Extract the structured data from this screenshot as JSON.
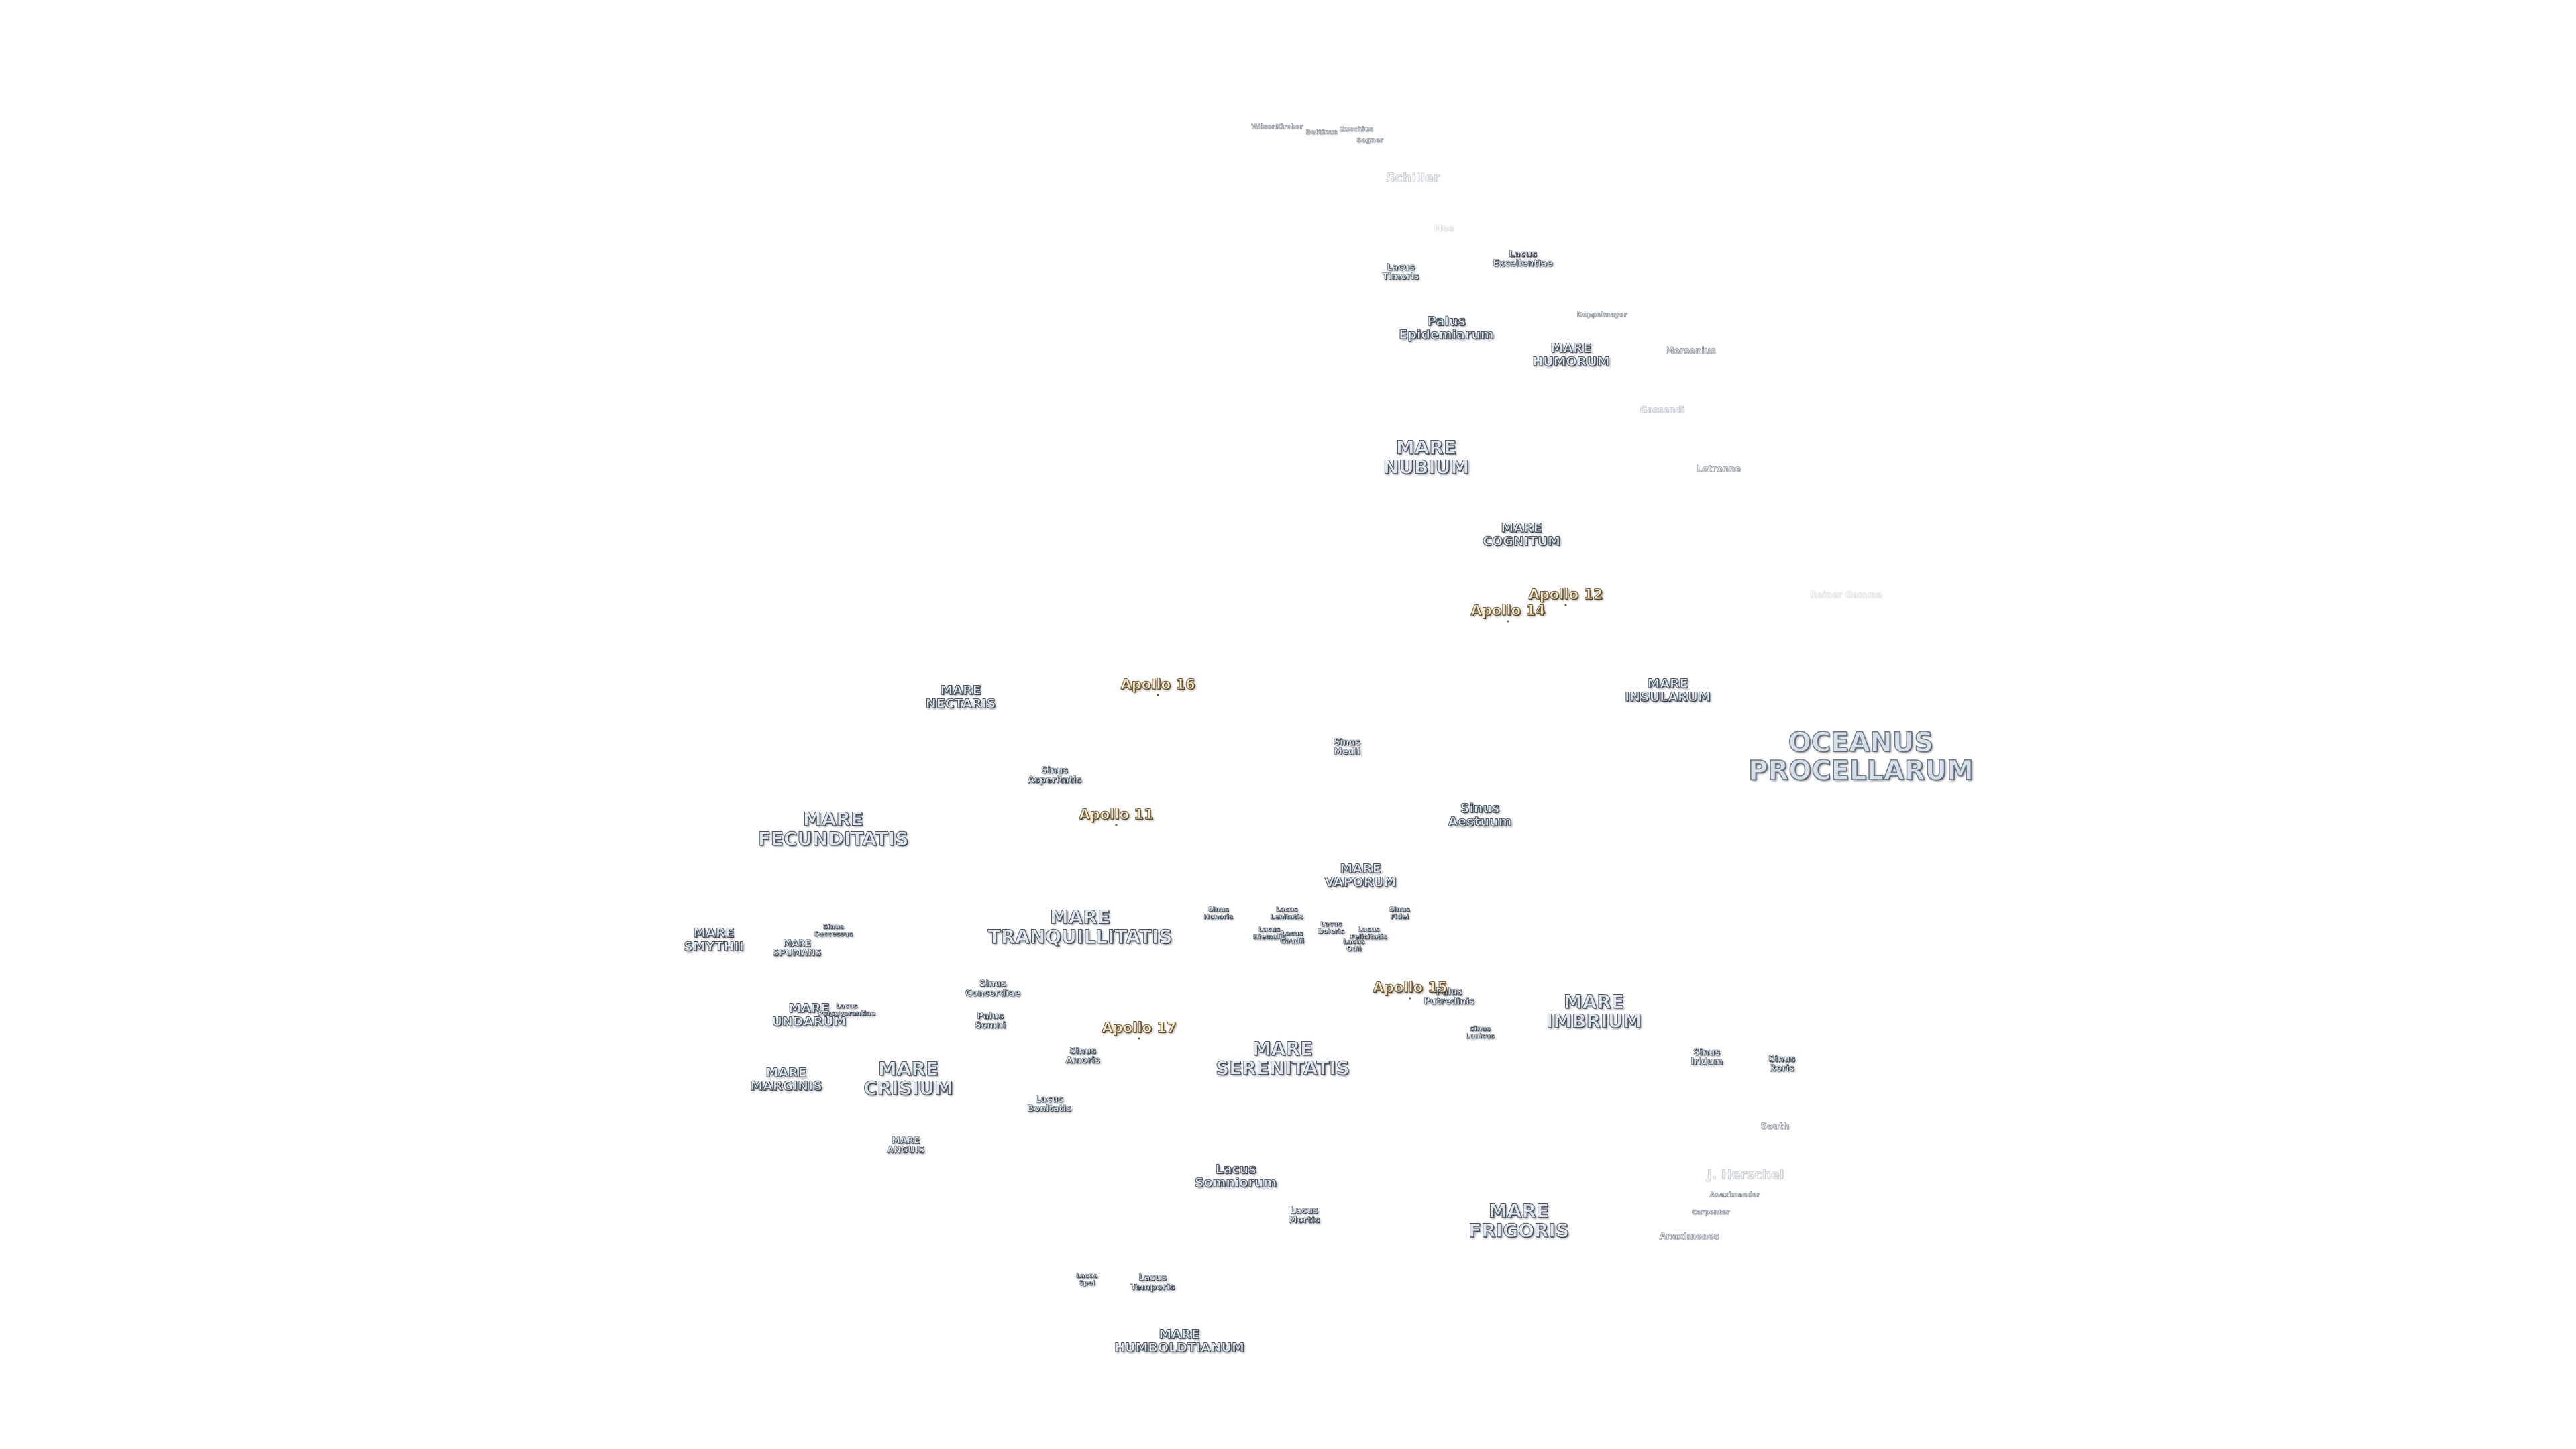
{
  "map": {
    "title": "",
    "accent_colors": {
      "mare_text": "#dfe6ee",
      "mare_outline": "#4a5561",
      "apollo_text": "#f5e8cc",
      "apollo_outline": "#6e5a33"
    },
    "labels": [
      {
        "id": "oceanus-procellarum",
        "lines": [
          "OCEANUS",
          "PROCELLARUM"
        ],
        "kind": "mare",
        "size": "xl"
      },
      {
        "id": "mare-imbrium",
        "lines": [
          "MARE",
          "IMBRIUM"
        ],
        "kind": "mare",
        "size": "l"
      },
      {
        "id": "mare-frigoris",
        "lines": [
          "MARE",
          "FRIGORIS"
        ],
        "kind": "mare",
        "size": "l"
      },
      {
        "id": "mare-tranquillitatis",
        "lines": [
          "MARE",
          "TRANQUILLITATIS"
        ],
        "kind": "mare",
        "size": "l"
      },
      {
        "id": "mare-fecunditatis",
        "lines": [
          "MARE",
          "FECUNDITATIS"
        ],
        "kind": "mare",
        "size": "l"
      },
      {
        "id": "mare-serenitatis",
        "lines": [
          "MARE",
          "SERENITATIS"
        ],
        "kind": "mare",
        "size": "l"
      },
      {
        "id": "mare-crisium",
        "lines": [
          "MARE",
          "CRISIUM"
        ],
        "kind": "mare",
        "size": "l"
      },
      {
        "id": "mare-nubium",
        "lines": [
          "MARE",
          "NUBIUM"
        ],
        "kind": "mare",
        "size": "l"
      },
      {
        "id": "mare-humorum",
        "lines": [
          "MARE",
          "HUMORUM"
        ],
        "kind": "mare",
        "size": "m"
      },
      {
        "id": "mare-cognitum",
        "lines": [
          "MARE",
          "COGNITUM"
        ],
        "kind": "mare",
        "size": "m"
      },
      {
        "id": "mare-insularum",
        "lines": [
          "MARE",
          "INSULARUM"
        ],
        "kind": "mare",
        "size": "m"
      },
      {
        "id": "mare-nectaris",
        "lines": [
          "MARE",
          "NECTARIS"
        ],
        "kind": "mare",
        "size": "m"
      },
      {
        "id": "mare-vaporum",
        "lines": [
          "MARE",
          "VAPORUM"
        ],
        "kind": "mare",
        "size": "m"
      },
      {
        "id": "mare-smythii",
        "lines": [
          "MARE",
          "SMYTHII"
        ],
        "kind": "mare",
        "size": "m"
      },
      {
        "id": "mare-marginis",
        "lines": [
          "MARE",
          "MARGINIS"
        ],
        "kind": "mare",
        "size": "m"
      },
      {
        "id": "mare-undarum",
        "lines": [
          "MARE",
          "UNDARUM"
        ],
        "kind": "mare",
        "size": "m"
      },
      {
        "id": "mare-humboldtianum",
        "lines": [
          "MARE",
          "HUMBOLDTIANUM"
        ],
        "kind": "mare",
        "size": "m"
      },
      {
        "id": "mare-spumans",
        "lines": [
          "MARE",
          "SPUMANS"
        ],
        "kind": "mare",
        "size": "s"
      },
      {
        "id": "mare-anguis",
        "lines": [
          "MARE",
          "ANGUIS"
        ],
        "kind": "mare",
        "size": "s"
      },
      {
        "id": "palus-epidemiarum",
        "lines": [
          "Palus",
          "Epidemiarum"
        ],
        "kind": "feature",
        "size": "m"
      },
      {
        "id": "lacus-somniorum",
        "lines": [
          "Lacus",
          "Somniorum"
        ],
        "kind": "feature",
        "size": "m"
      },
      {
        "id": "sinus-aestuum",
        "lines": [
          "Sinus",
          "Aestuum"
        ],
        "kind": "feature",
        "size": "m"
      },
      {
        "id": "sinus-medii",
        "lines": [
          "Sinus",
          "Medii"
        ],
        "kind": "feature",
        "size": "s"
      },
      {
        "id": "sinus-iridum",
        "lines": [
          "Sinus",
          "Iridum"
        ],
        "kind": "feature",
        "size": "s"
      },
      {
        "id": "sinus-roris",
        "lines": [
          "Sinus",
          "Roris"
        ],
        "kind": "feature",
        "size": "s"
      },
      {
        "id": "sinus-asperitatis",
        "lines": [
          "Sinus",
          "Asperitatis"
        ],
        "kind": "feature",
        "size": "s"
      },
      {
        "id": "sinus-amoris",
        "lines": [
          "Sinus",
          "Amoris"
        ],
        "kind": "feature",
        "size": "s"
      },
      {
        "id": "sinus-concordiae",
        "lines": [
          "Sinus",
          "Concordiae"
        ],
        "kind": "feature",
        "size": "s"
      },
      {
        "id": "sinus-successus",
        "lines": [
          "Sinus",
          "Successus"
        ],
        "kind": "feature",
        "size": "xs"
      },
      {
        "id": "sinus-honoris",
        "lines": [
          "Sinus",
          "Honoris"
        ],
        "kind": "feature",
        "size": "xs"
      },
      {
        "id": "sinus-fidei",
        "lines": [
          "Sinus",
          "Fidei"
        ],
        "kind": "feature",
        "size": "xs"
      },
      {
        "id": "sinus-lunicus",
        "lines": [
          "Sinus",
          "Lunicus"
        ],
        "kind": "feature",
        "size": "xs"
      },
      {
        "id": "palus-somni",
        "lines": [
          "Palus",
          "Somni"
        ],
        "kind": "feature",
        "size": "s"
      },
      {
        "id": "palus-putredinis",
        "lines": [
          "Palus",
          "Putredinis"
        ],
        "kind": "feature",
        "size": "s"
      },
      {
        "id": "lacus-timoris",
        "lines": [
          "Lacus",
          "Timoris"
        ],
        "kind": "feature",
        "size": "s"
      },
      {
        "id": "lacus-excellentiae",
        "lines": [
          "Lacus",
          "Excellentiae"
        ],
        "kind": "feature",
        "size": "s"
      },
      {
        "id": "lacus-mortis",
        "lines": [
          "Lacus",
          "Mortis"
        ],
        "kind": "feature",
        "size": "s"
      },
      {
        "id": "lacus-bonitatis",
        "lines": [
          "Lacus",
          "Bonitatis"
        ],
        "kind": "feature",
        "size": "s"
      },
      {
        "id": "lacus-temporis",
        "lines": [
          "Lacus",
          "Temporis"
        ],
        "kind": "feature",
        "size": "s"
      },
      {
        "id": "lacus-spei",
        "lines": [
          "Lacus",
          "Spei"
        ],
        "kind": "feature",
        "size": "xs"
      },
      {
        "id": "lacus-perseverantiae",
        "lines": [
          "Lacus",
          "Perseverantiae"
        ],
        "kind": "feature",
        "size": "xs"
      },
      {
        "id": "lacus-lenitatis",
        "lines": [
          "Lacus",
          "Lenitatis"
        ],
        "kind": "feature",
        "size": "xs"
      },
      {
        "id": "lacus-hiemalis",
        "lines": [
          "Lacus",
          "Hiemalis"
        ],
        "kind": "feature",
        "size": "xs"
      },
      {
        "id": "lacus-gaudii",
        "lines": [
          "Lacus",
          "Gaudii"
        ],
        "kind": "feature",
        "size": "xs"
      },
      {
        "id": "lacus-doloris",
        "lines": [
          "Lacus",
          "Doloris"
        ],
        "kind": "feature",
        "size": "xs"
      },
      {
        "id": "lacus-odii",
        "lines": [
          "Lacus",
          "Odii"
        ],
        "kind": "feature",
        "size": "xs"
      },
      {
        "id": "lacus-felicitatis",
        "lines": [
          "Lacus",
          "Felicitatis"
        ],
        "kind": "feature",
        "size": "xs"
      },
      {
        "id": "apollo-11",
        "lines": [
          "Apollo 11"
        ],
        "kind": "apollo",
        "size": "apollo"
      },
      {
        "id": "apollo-12",
        "lines": [
          "Apollo 12"
        ],
        "kind": "apollo",
        "size": "apollo"
      },
      {
        "id": "apollo-14",
        "lines": [
          "Apollo 14"
        ],
        "kind": "apollo",
        "size": "apollo"
      },
      {
        "id": "apollo-15",
        "lines": [
          "Apollo 15"
        ],
        "kind": "apollo",
        "size": "apollo"
      },
      {
        "id": "apollo-16",
        "lines": [
          "Apollo 16"
        ],
        "kind": "apollo",
        "size": "apollo"
      },
      {
        "id": "apollo-17",
        "lines": [
          "Apollo 17"
        ],
        "kind": "apollo",
        "size": "apollo"
      },
      {
        "id": "crater-schiller",
        "lines": [
          "Schiller"
        ],
        "kind": "crater",
        "size": "m",
        "opacity": "faint"
      },
      {
        "id": "crater-gassendi",
        "lines": [
          "Gassendi"
        ],
        "kind": "crater",
        "size": "s",
        "opacity": "faint"
      },
      {
        "id": "crater-letronne",
        "lines": [
          "Letronne"
        ],
        "kind": "crater",
        "size": "s"
      },
      {
        "id": "crater-mersenius",
        "lines": [
          "Mersenius"
        ],
        "kind": "crater",
        "size": "s"
      },
      {
        "id": "crater-doppelmayer",
        "lines": [
          "Doppelmayer"
        ],
        "kind": "crater",
        "size": "xs"
      },
      {
        "id": "crater-reiner-gamma",
        "lines": [
          "Reiner Gamma"
        ],
        "kind": "crater",
        "size": "s",
        "opacity": "fainter"
      },
      {
        "id": "crater-maginus",
        "lines": [
          "Mee"
        ],
        "kind": "crater",
        "size": "s",
        "opacity": "fainter"
      },
      {
        "id": "crater-j-herschel",
        "lines": [
          "J. Herschel"
        ],
        "kind": "crater",
        "size": "m",
        "opacity": "faint"
      },
      {
        "id": "crater-south",
        "lines": [
          "South"
        ],
        "kind": "crater",
        "size": "s"
      },
      {
        "id": "crater-anaximander",
        "lines": [
          "Anaximander"
        ],
        "kind": "crater",
        "size": "xs"
      },
      {
        "id": "crater-carpenter",
        "lines": [
          "Carpenter"
        ],
        "kind": "crater",
        "size": "xs"
      },
      {
        "id": "crater-anaximenes",
        "lines": [
          "Anaximenes"
        ],
        "kind": "crater",
        "size": "s"
      },
      {
        "id": "crater-wilson",
        "lines": [
          "Wilson"
        ],
        "kind": "crater",
        "size": "xs"
      },
      {
        "id": "crater-kircher",
        "lines": [
          "Kircher"
        ],
        "kind": "crater",
        "size": "xs"
      },
      {
        "id": "crater-bettinus",
        "lines": [
          "Bettinus"
        ],
        "kind": "crater",
        "size": "xs"
      },
      {
        "id": "crater-zucchius",
        "lines": [
          "Zucchius"
        ],
        "kind": "crater",
        "size": "xs"
      },
      {
        "id": "crater-segner",
        "lines": [
          "Segner"
        ],
        "kind": "crater",
        "size": "xs"
      }
    ]
  }
}
